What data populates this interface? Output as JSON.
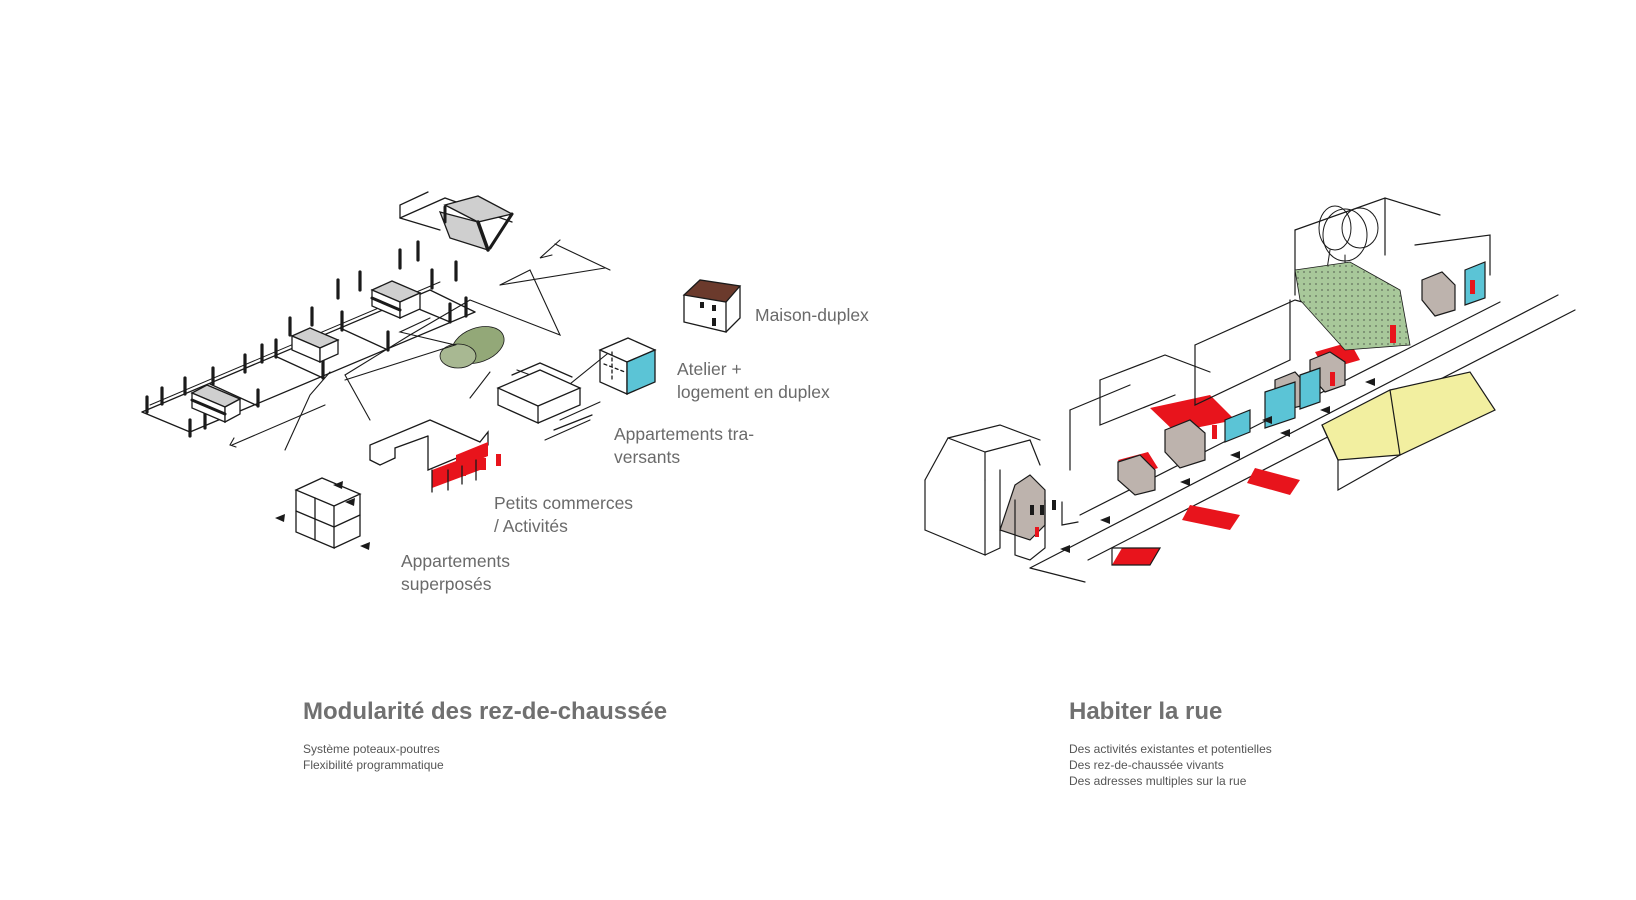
{
  "left_panel": {
    "labels": {
      "maison_duplex": "Maison-duplex",
      "atelier": [
        "Atelier +",
        "logement en duplex"
      ],
      "traversants": [
        "Appartements tra-",
        "versants"
      ],
      "commerces": [
        "Petits commerces",
        "/ Activités"
      ],
      "superposes": [
        "Appartements",
        "superposés"
      ]
    },
    "title": "Modularité des rez-de-chaussée",
    "description": [
      "Système poteaux-poutres",
      "Flexibilité programmatique"
    ]
  },
  "right_panel": {
    "title": "Habiter la rue",
    "description": [
      "Des activités existantes et potentielles",
      "Des rez-de-chaussée vivants",
      "Des adresses multiples sur la rue"
    ]
  },
  "colors": {
    "ink": "#1a1a1a",
    "red": "#e8141c",
    "cyan": "#5bc4d6",
    "green": "#a8c89a",
    "olive": "#93a878",
    "yellow": "#f2efa0",
    "roof_gray": "#bdb3ad",
    "brown_roof": "#6b3a2c",
    "gray_fill": "#cfcfcf"
  }
}
